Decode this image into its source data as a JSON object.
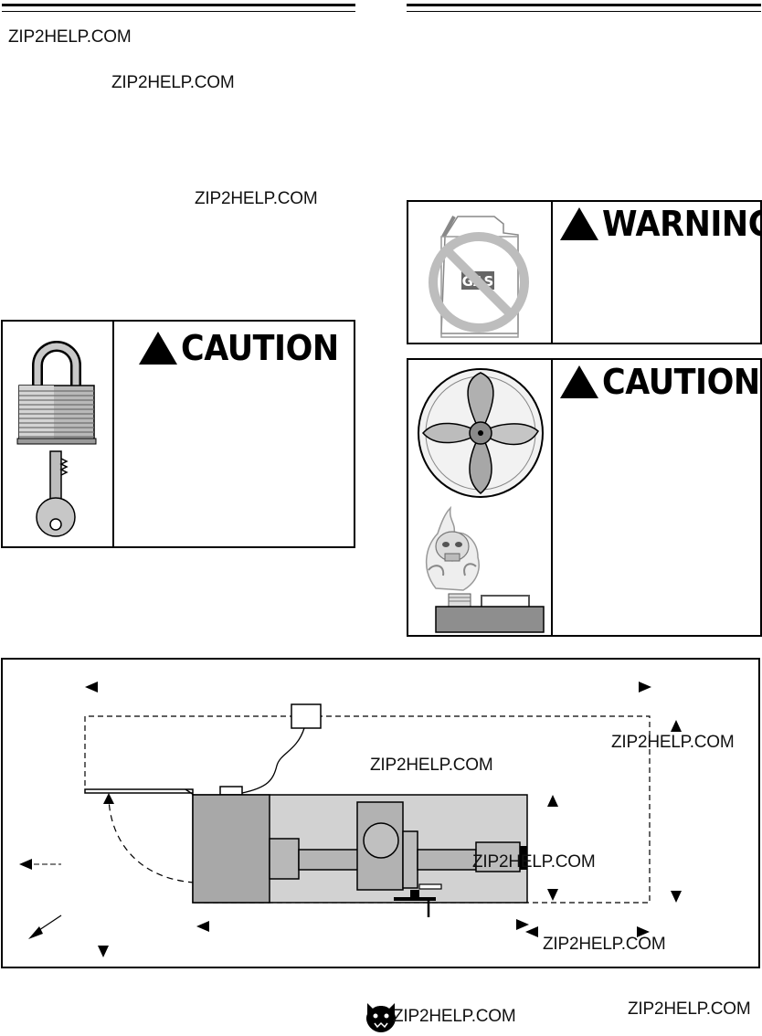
{
  "watermarks": [
    "ZIP2HELP.COM",
    "ZIP2HELP.COM",
    "ZIP2HELP.COM",
    "ZIP2HELP.COM",
    "ZIP2HELP.COM",
    "ZIP2HELP.COM",
    "ZIP2HELP.COM",
    "ZIP2HELP.COM",
    "ZIP2HELP.COM"
  ],
  "left_column": {
    "caution_box": {
      "signal_word": "CAUTION",
      "icons": [
        "padlock-icon",
        "key-icon"
      ]
    }
  },
  "right_column": {
    "warning_box": {
      "signal_word": "WARNING",
      "icon_label": "GAS",
      "icons": [
        "gas-can-icon",
        "prohibited-icon"
      ]
    },
    "caution_box": {
      "signal_word": "CAUTION",
      "icons": [
        "fan-icon",
        "toxic-fumes-icon",
        "battery-icon"
      ]
    }
  },
  "footer": {
    "logo": "bear-head-logo"
  },
  "colors": {
    "ink": "#000000",
    "diagram_light": "#d2d2d2",
    "diagram_mid": "#b5b5b5",
    "diagram_dark": "#a8a8a8"
  }
}
